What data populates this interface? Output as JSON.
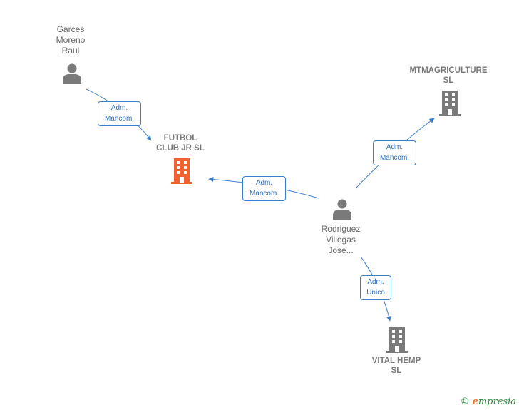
{
  "nodes": {
    "garces": {
      "label": "Garces\nMoreno\nRaul",
      "type": "person"
    },
    "futbol": {
      "label": "FUTBOL\nCLUB JR  SL",
      "type": "company",
      "highlight": true
    },
    "mtm": {
      "label": "MTMAGRICULTURE\nSL",
      "type": "company"
    },
    "rodriguez": {
      "label": "Rodriguez\nVillegas\nJose...",
      "type": "person"
    },
    "vital": {
      "label": "VITAL HEMP\nSL",
      "type": "company"
    }
  },
  "edges": {
    "garces_futbol": {
      "line1": "Adm.",
      "line2": "Mancom."
    },
    "rodriguez_futbol": {
      "line1": "Adm.",
      "line2": "Mancom."
    },
    "rodriguez_mtm": {
      "line1": "Adm.",
      "line2": "Mancom."
    },
    "rodriguez_vital": {
      "line1": "Adm.",
      "line2": "Unico"
    }
  },
  "colors": {
    "edge": "#3b7ecf",
    "person_icon": "#7a7a7a",
    "company_icon": "#7a7a7a",
    "highlight_icon": "#f0622f"
  },
  "icons": {
    "person": "person-icon",
    "company": "building-icon"
  },
  "brand": {
    "copyright": "©",
    "initial": "e",
    "rest": "mpresia"
  }
}
